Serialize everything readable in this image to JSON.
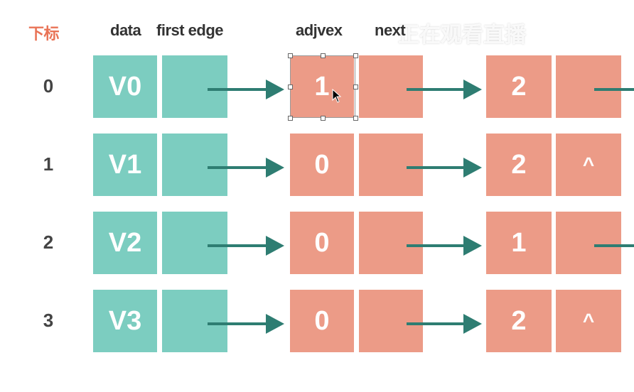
{
  "headers": {
    "index": "下标",
    "data": "data",
    "first_edge": "first edge",
    "adjvex": "adjvex",
    "next": "next",
    "watermark": "正在观看直播"
  },
  "rows": [
    {
      "index": "0",
      "vertex": "V0",
      "edges": [
        {
          "adjvex": "1",
          "next": ""
        },
        {
          "adjvex": "2",
          "next": ""
        }
      ]
    },
    {
      "index": "1",
      "vertex": "V1",
      "edges": [
        {
          "adjvex": "0",
          "next": ""
        },
        {
          "adjvex": "2",
          "next": "^"
        }
      ]
    },
    {
      "index": "2",
      "vertex": "V2",
      "edges": [
        {
          "adjvex": "0",
          "next": ""
        },
        {
          "adjvex": "1",
          "next": ""
        }
      ]
    },
    {
      "index": "3",
      "vertex": "V3",
      "edges": [
        {
          "adjvex": "0",
          "next": ""
        },
        {
          "adjvex": "2",
          "next": "^"
        }
      ]
    }
  ],
  "colors": {
    "vertex": "#7ccdc0",
    "edge": "#ec9b87",
    "arrow": "#2e7d72",
    "header_accent": "#e97356"
  }
}
